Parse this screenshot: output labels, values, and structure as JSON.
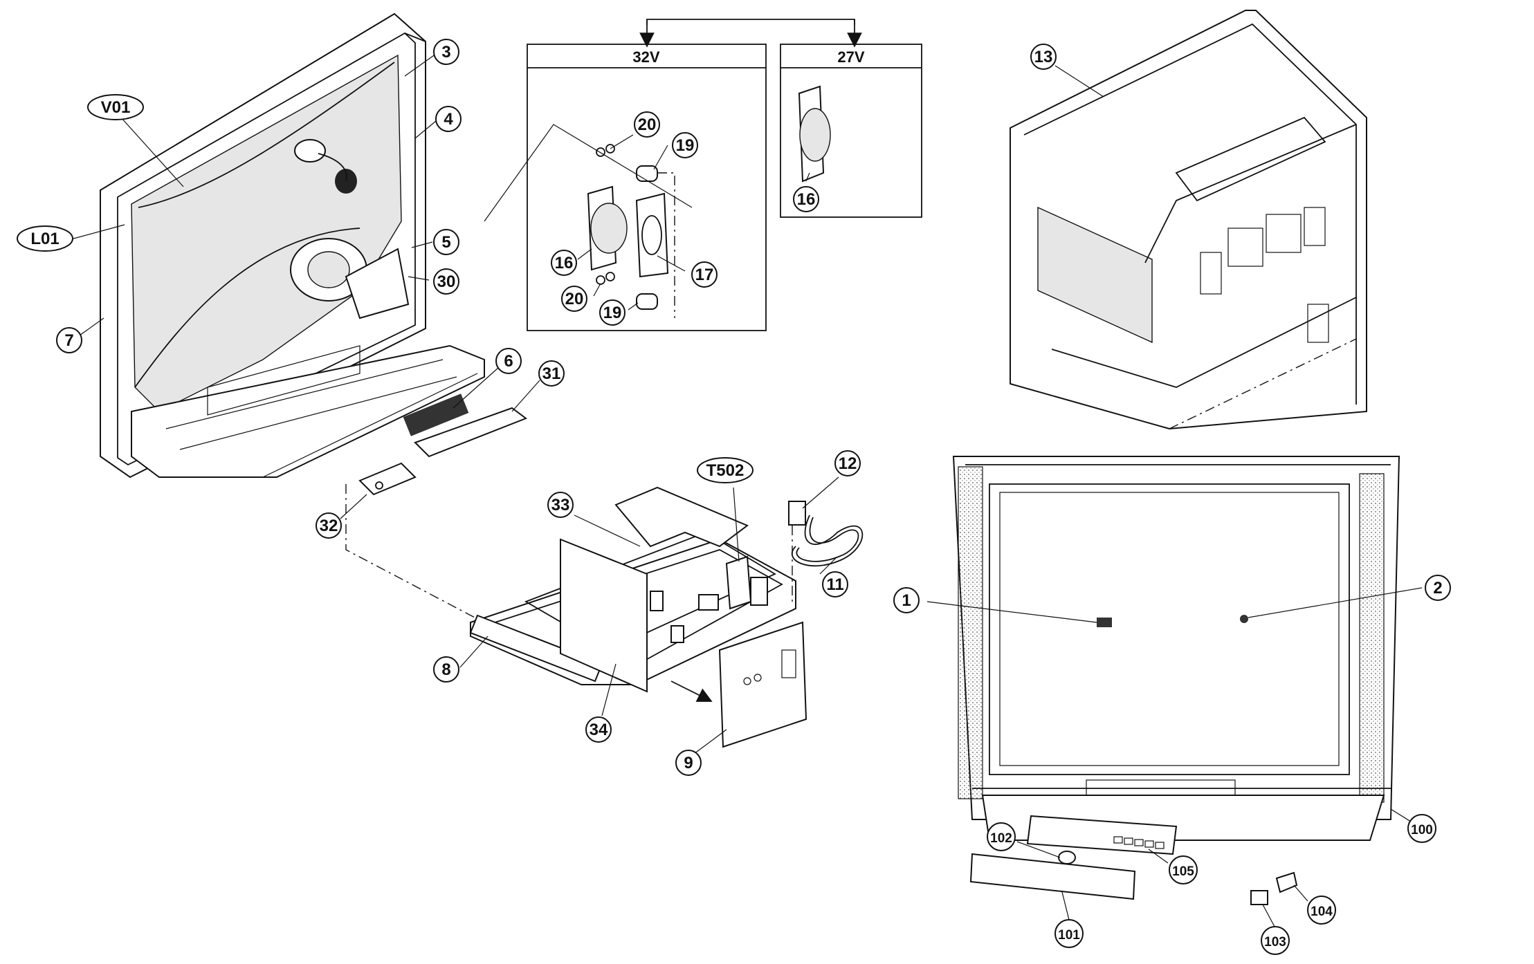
{
  "figure": {
    "variant_boxes": [
      {
        "id": "32v",
        "label": "32V"
      },
      {
        "id": "27v",
        "label": "27V"
      }
    ],
    "callouts": [
      {
        "id": "v01",
        "label": "V01"
      },
      {
        "id": "l01",
        "label": "L01"
      },
      {
        "id": "3",
        "label": "3"
      },
      {
        "id": "4",
        "label": "4"
      },
      {
        "id": "5",
        "label": "5"
      },
      {
        "id": "30",
        "label": "30"
      },
      {
        "id": "7",
        "label": "7"
      },
      {
        "id": "6",
        "label": "6"
      },
      {
        "id": "31",
        "label": "31"
      },
      {
        "id": "32",
        "label": "32"
      },
      {
        "id": "20a",
        "label": "20"
      },
      {
        "id": "19a",
        "label": "19"
      },
      {
        "id": "16a",
        "label": "16"
      },
      {
        "id": "17",
        "label": "17"
      },
      {
        "id": "20b",
        "label": "20"
      },
      {
        "id": "19b",
        "label": "19"
      },
      {
        "id": "16b",
        "label": "16"
      },
      {
        "id": "13",
        "label": "13"
      },
      {
        "id": "t502",
        "label": "T502"
      },
      {
        "id": "12",
        "label": "12"
      },
      {
        "id": "33",
        "label": "33"
      },
      {
        "id": "11",
        "label": "11"
      },
      {
        "id": "8",
        "label": "8"
      },
      {
        "id": "34",
        "label": "34"
      },
      {
        "id": "9",
        "label": "9"
      },
      {
        "id": "1",
        "label": "1"
      },
      {
        "id": "2",
        "label": "2"
      },
      {
        "id": "100",
        "label": "100"
      },
      {
        "id": "102",
        "label": "102"
      },
      {
        "id": "105",
        "label": "105"
      },
      {
        "id": "101",
        "label": "101"
      },
      {
        "id": "104",
        "label": "104"
      },
      {
        "id": "103",
        "label": "103"
      }
    ]
  }
}
